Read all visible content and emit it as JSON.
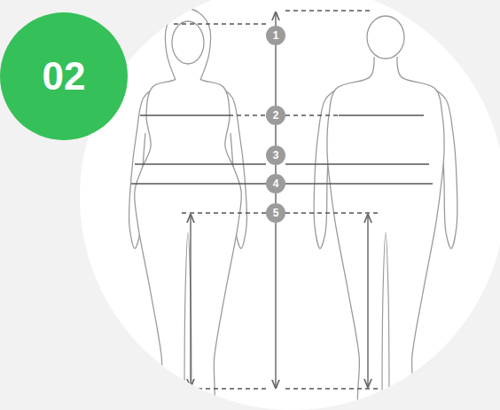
{
  "diagram": {
    "nodes": [
      {
        "text": [
          "02"
        ]
      },
      {
        "text": [
          "1"
        ]
      },
      {
        "text": [
          "2"
        ]
      },
      {
        "text": [
          "3"
        ]
      },
      {
        "text": [
          "4"
        ]
      },
      {
        "text": [
          "5"
        ]
      }
    ],
    "edges": [
      {
        "from": 1,
        "to": 2,
        "arrow": "none"
      },
      {
        "from": 2,
        "to": 3,
        "arrow": "none"
      },
      {
        "from": 3,
        "to": 4,
        "arrow": "none"
      },
      {
        "from": 4,
        "to": 5,
        "arrow": "none"
      }
    ]
  }
}
